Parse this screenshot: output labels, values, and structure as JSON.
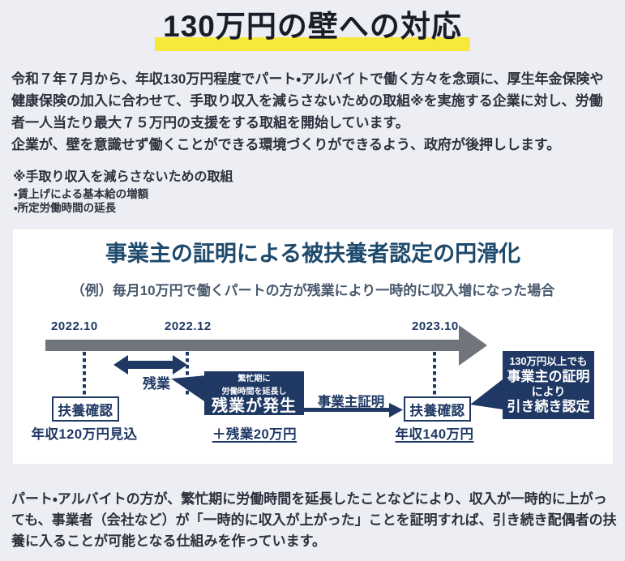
{
  "title": "130万円の壁への対応",
  "intro": {
    "p1": "令和７年７月から、年収130万円程度でパート・アルバイトで働く方々を念頭に、厚生年金保険や健康保険の加入に合わせて、手取り収入を減らさないための取組※を実施する企業に対し、労働者一人当たり最大７５万円の支援をする取組を開始しています。",
    "p2": "企業が、壁を意識せず働くことができる環境づくりができるよう、政府が後押しします。"
  },
  "note": {
    "heading": "※手取り収入を減らさないための取組",
    "items": [
      "・賃上げによる基本給の増額",
      "・所定労働時間の延長"
    ]
  },
  "card": {
    "title": "事業主の証明による被扶養者認定の円滑化",
    "subtitle": "（例）毎月10万円で働くパートの方が残業により一時的に収入増になった場合",
    "timeline": {
      "dates": [
        "2022.10",
        "2022.12",
        "2023.10"
      ],
      "overtime_label": "残業",
      "check_left": {
        "box": "扶養確認",
        "caption": "年収120万円見込"
      },
      "overtime_box": {
        "small_line1": "繁忙期に",
        "small_line2": "労働時間を延長し",
        "main": "残業が発生",
        "caption": "＋残業20万円"
      },
      "employer_proof_label": "事業主証明",
      "check_right": {
        "box": "扶養確認",
        "caption": "年収140万円"
      },
      "callout": {
        "line1": "130万円以上でも",
        "line2": "事業主の証明",
        "line3": "により",
        "line4": "引き続き認定"
      }
    }
  },
  "outro": "パート・アルバイトの方が、繁忙期に労働時間を延長したことなどにより、収入が一時的に上がっても、事業者（会社など）が「一時的に収入が上がった」ことを証明すれば、引き続き配偶者の扶養に入ることが可能となる仕組みを作っています。",
  "colors": {
    "background": "#edeef3",
    "card": "#ffffff",
    "navy": "#1f3864",
    "card_title": "#1e4a6c",
    "subtitle": "#4a5a6e",
    "timeline_gray": "#70757b",
    "highlight_yellow": "#f8e83b",
    "heading_text": "#1a1d27",
    "body_text": "#2b313d"
  }
}
